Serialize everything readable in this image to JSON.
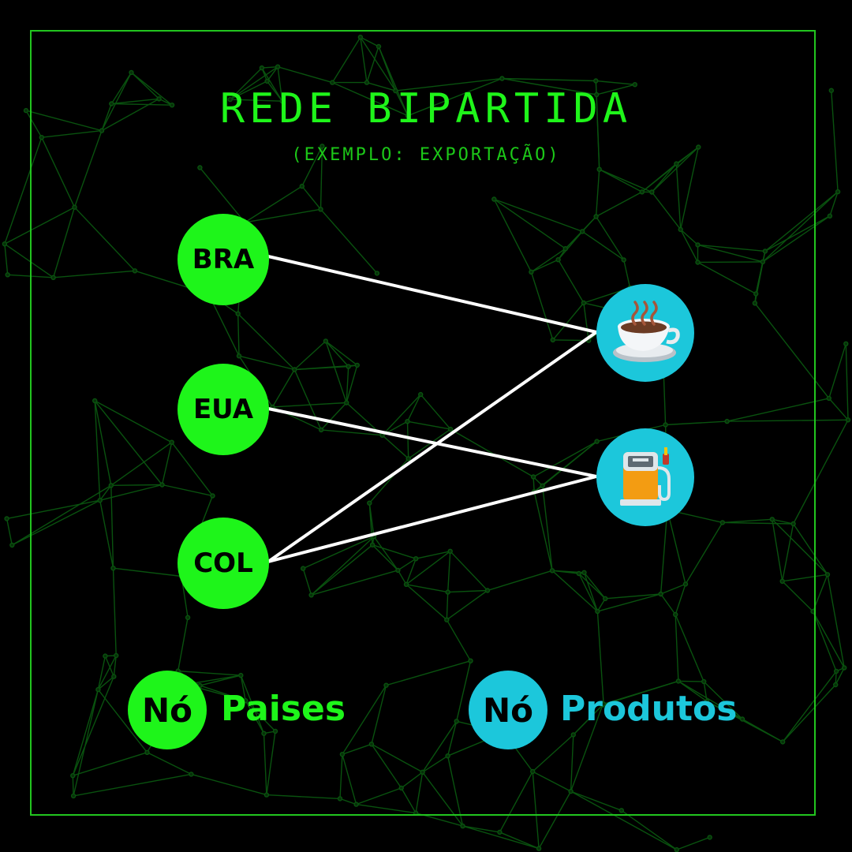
{
  "header": {
    "title": "REDE BIPARTIDA",
    "subtitle": "(EXEMPLO: EXPORTAÇÃO)"
  },
  "nodes": {
    "countries": [
      {
        "id": "BRA",
        "label": "BRA"
      },
      {
        "id": "EUA",
        "label": "EUA"
      },
      {
        "id": "COL",
        "label": "COL"
      }
    ],
    "products": [
      {
        "id": "coffee",
        "icon": "coffee-cup-icon"
      },
      {
        "id": "fuel",
        "icon": "fuel-pump-icon"
      }
    ]
  },
  "edges": [
    {
      "from": "BRA",
      "to": "coffee"
    },
    {
      "from": "COL",
      "to": "coffee"
    },
    {
      "from": "EUA",
      "to": "fuel"
    },
    {
      "from": "COL",
      "to": "fuel"
    }
  ],
  "legend": {
    "countries": {
      "badge": "Nó",
      "label": "Paises"
    },
    "products": {
      "badge": "Nó",
      "label": "Produtos"
    }
  },
  "colors": {
    "country_node": "#1ef51a",
    "product_node": "#1cc7db",
    "edge": "#ffffff",
    "background": "#000000",
    "frame": "#22c51f"
  }
}
